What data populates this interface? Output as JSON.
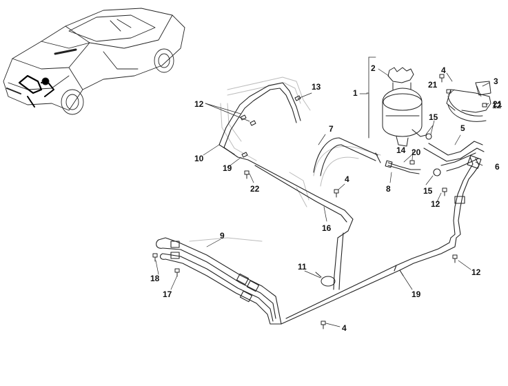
{
  "diagram": {
    "callouts": [
      "1",
      "2",
      "3",
      "4",
      "4",
      "4",
      "5",
      "6",
      "7",
      "8",
      "9",
      "10",
      "11",
      "12",
      "12",
      "12",
      "12",
      "13",
      "14",
      "15",
      "15",
      "16",
      "17",
      "18",
      "19",
      "19",
      "20",
      "21",
      "21",
      "22"
    ]
  }
}
